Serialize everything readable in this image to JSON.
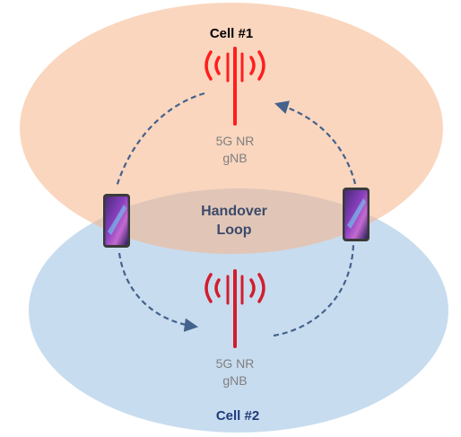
{
  "cells": [
    {
      "title": "Cell #1",
      "title_color": "#000000",
      "fill": "#f9d5bd",
      "gnb": {
        "line1": "5G NR",
        "line2": "gNB",
        "color": "#ff1e1e",
        "icon": "antenna-tower-icon"
      }
    },
    {
      "title": "Cell #2",
      "title_color": "#1f3b7a",
      "fill": "#c8dcef",
      "gnb": {
        "line1": "5G NR",
        "line2": "gNB",
        "color": "#d11e2c",
        "icon": "antenna-tower-icon"
      }
    }
  ],
  "center_label": {
    "line1": "Handover",
    "line2": "Loop"
  },
  "phones": [
    {
      "name": "phone-left",
      "icon": "smartphone-icon"
    },
    {
      "name": "phone-right",
      "icon": "smartphone-icon"
    }
  ],
  "arrows": {
    "color": "#43628c",
    "style": "dashed"
  }
}
